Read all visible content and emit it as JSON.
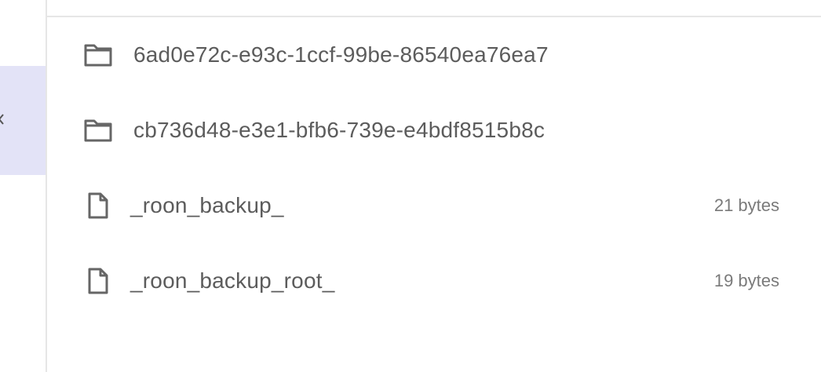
{
  "sidebar": {
    "tab_icon": "chevron-left-icon"
  },
  "entries": [
    {
      "type": "folder",
      "icon": "folder-icon",
      "name": "6ad0e72c-e93c-1ccf-99be-86540ea76ea7",
      "size": ""
    },
    {
      "type": "folder",
      "icon": "folder-icon",
      "name": "cb736d48-e3e1-bfb6-739e-e4bdf8515b8c",
      "size": ""
    },
    {
      "type": "file",
      "icon": "file-icon",
      "name": "_roon_backup_",
      "size": "21 bytes"
    },
    {
      "type": "file",
      "icon": "file-icon",
      "name": "_roon_backup_root_",
      "size": "19 bytes"
    }
  ]
}
